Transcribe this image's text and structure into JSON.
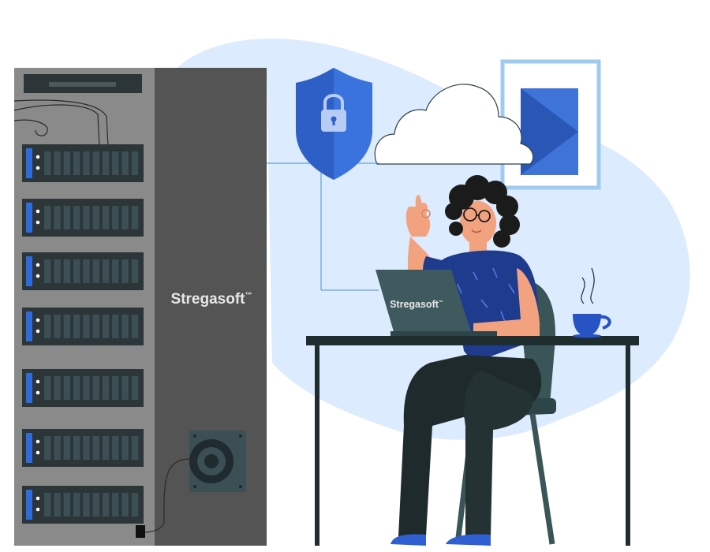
{
  "server": {
    "brand": "Stregasoft",
    "trademark": "™",
    "unit_count": 7
  },
  "laptop": {
    "brand": "Stregasoft",
    "trademark": "™"
  },
  "icons": {
    "shield": "shield-lock-icon",
    "cloud": "cloud-icon",
    "picture": "framed-picture-icon",
    "coffee": "coffee-cup-icon"
  },
  "colors": {
    "blob": "#dcebfd",
    "server_light": "#8a8a8a",
    "server_dark": "#545454",
    "drive_bay": "#3b4f55",
    "accent_blue": "#2f6bdd",
    "shield": "#2d5fc6",
    "person_shirt": "#1f3b8e",
    "hair": "#1b1b1b",
    "desk": "#1f2d2f",
    "chair": "#3a5558",
    "laptop": "#3e5a5e",
    "pants": "#1e2a2c"
  }
}
